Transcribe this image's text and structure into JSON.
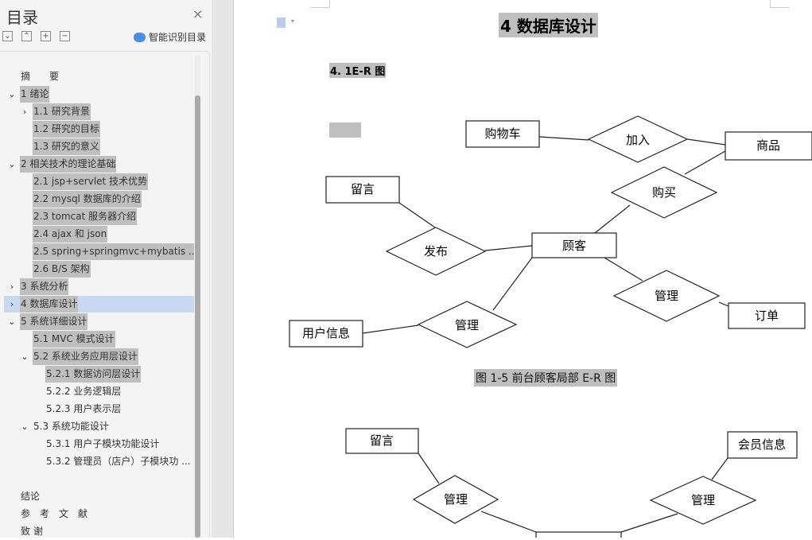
{
  "sidebar": {
    "title": "目录",
    "close": "×",
    "smart_label": "智能识别目录",
    "toolbar": [
      "⌄",
      "⌃",
      "+",
      "−"
    ],
    "items": [
      {
        "label": "摘　　要",
        "level": 0,
        "arrow": "",
        "hl": false
      },
      {
        "label": "1  绪论",
        "level": 0,
        "arrow": "⌄",
        "hl": true
      },
      {
        "label": "1.1  研究背景",
        "level": 1,
        "arrow": "›",
        "hl": true
      },
      {
        "label": "1.2 研究的目标",
        "level": 1,
        "arrow": "",
        "hl": true
      },
      {
        "label": "1.3 研究的意义",
        "level": 1,
        "arrow": "",
        "hl": true
      },
      {
        "label": "2 相关技术的理论基础",
        "level": 0,
        "arrow": "⌄",
        "hl": true
      },
      {
        "label": "2.1 jsp+servlet 技术优势",
        "level": 1,
        "arrow": "",
        "hl": true
      },
      {
        "label": "2.2 mysql 数据库的介绍",
        "level": 1,
        "arrow": "",
        "hl": true
      },
      {
        "label": "2.3 tomcat 服务器介绍",
        "level": 1,
        "arrow": "",
        "hl": true
      },
      {
        "label": "2.4 ajax 和 json",
        "level": 1,
        "arrow": "",
        "hl": true
      },
      {
        "label": "2.5 spring+springmvc+mybatis ...",
        "level": 1,
        "arrow": "",
        "hl": true
      },
      {
        "label": "2.6 B/S 架构",
        "level": 1,
        "arrow": "",
        "hl": true
      },
      {
        "label": "3  系统分析",
        "level": 0,
        "arrow": "›",
        "hl": true
      },
      {
        "label": "4  数据库设计",
        "level": 0,
        "arrow": "›",
        "hl": true,
        "selected": true
      },
      {
        "label": "5  系统详细设计",
        "level": 0,
        "arrow": "⌄",
        "hl": true
      },
      {
        "label": "5.1 MVC 模式设计",
        "level": 1,
        "arrow": "",
        "hl": true
      },
      {
        "label": "5.2  系统业务应用层设计",
        "level": 1,
        "arrow": "⌄",
        "hl": true
      },
      {
        "label": "5.2.1  数据访问层设计",
        "level": 2,
        "arrow": "",
        "hl": true
      },
      {
        "label": "5.2.2 业务逻辑层",
        "level": 2,
        "arrow": "",
        "hl": false
      },
      {
        "label": "5.2.3 用户表示层",
        "level": 2,
        "arrow": "",
        "hl": false
      },
      {
        "label": "5.3  系统功能设计",
        "level": 1,
        "arrow": "⌄",
        "hl": false
      },
      {
        "label": "5.3.1 用户子模块功能设计",
        "level": 2,
        "arrow": "",
        "hl": false
      },
      {
        "label": "5.3.2 管理员（店户）子模块功 ...",
        "level": 2,
        "arrow": "",
        "hl": false
      },
      {
        "label": "结论",
        "level": 0,
        "arrow": "",
        "hl": false,
        "gap": true
      },
      {
        "label": "参　考　文　献",
        "level": 0,
        "arrow": "",
        "hl": false
      },
      {
        "label": "致  谢",
        "level": 0,
        "arrow": "",
        "hl": false
      }
    ]
  },
  "document": {
    "heading": "4  数据库设计",
    "subheading": "4. 1E-R 图",
    "figure1_caption": "图 1-5  前台顾客局部 E-R 图",
    "diagram1": {
      "entities": [
        "购物车",
        "商品",
        "留言",
        "顾客",
        "订单",
        "用户信息"
      ],
      "relations": [
        "加入",
        "购买",
        "发布",
        "管理",
        "管理"
      ]
    },
    "diagram2": {
      "entities": [
        "留言",
        "会员信息"
      ],
      "relations": [
        "管理",
        "管理"
      ]
    }
  }
}
